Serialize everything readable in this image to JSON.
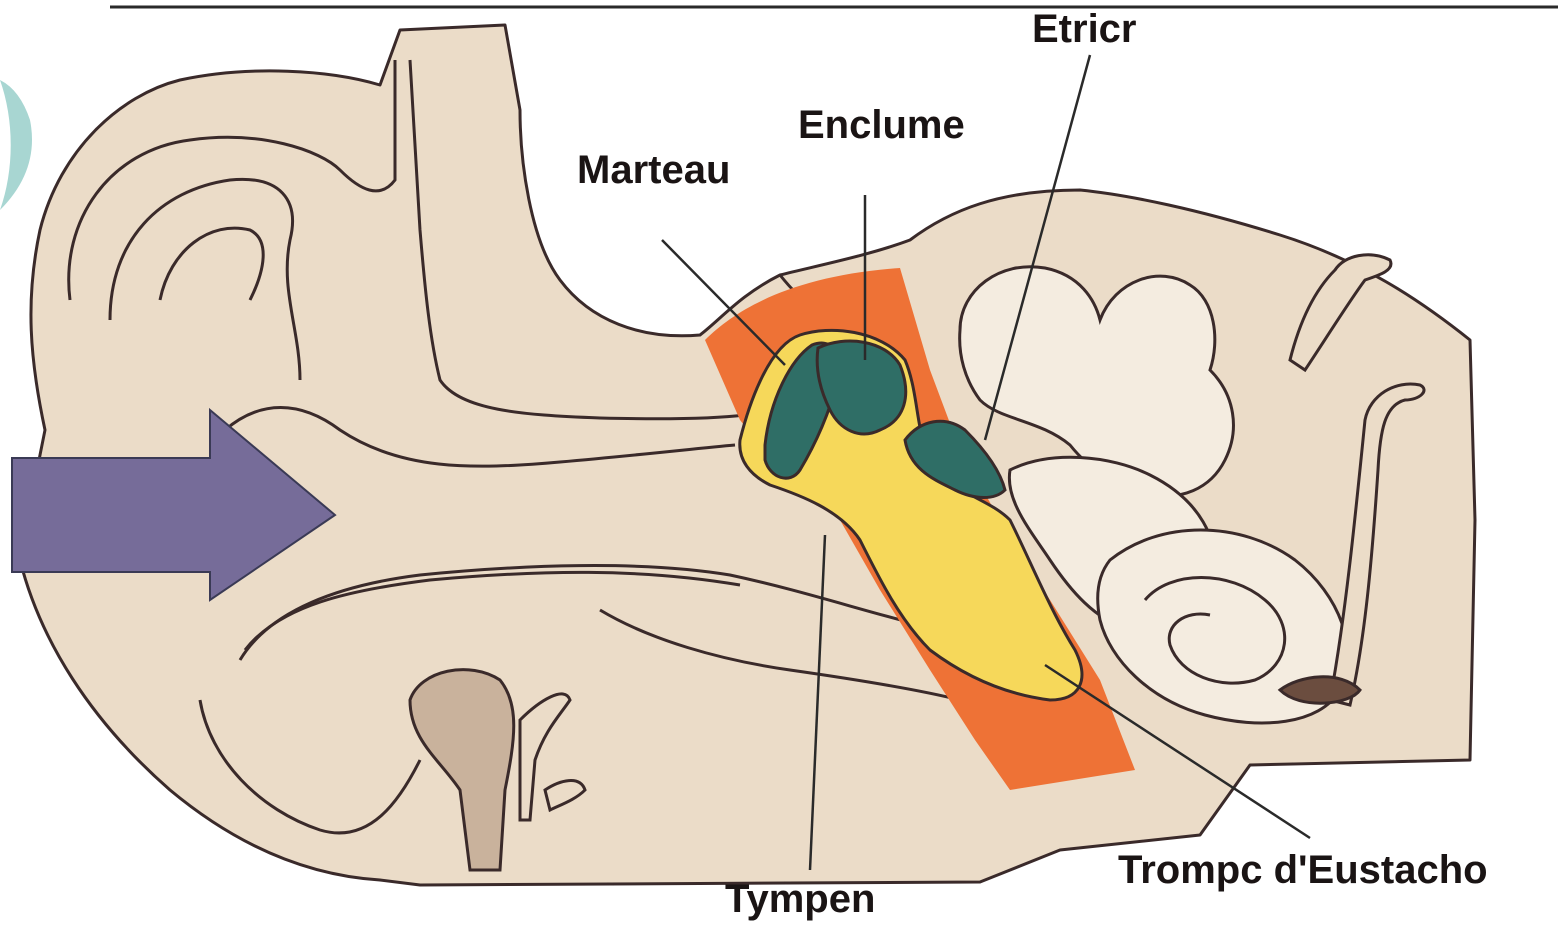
{
  "labels": {
    "etrier": "Etricr",
    "enclume": "Enclume",
    "marteau": "Marteau",
    "tympan": "Tympen",
    "trompe": "Trompc d'Eustacho"
  },
  "colors": {
    "background": "#ffffff",
    "skin": "#ebdcc8",
    "inner_ear": "#f4ece0",
    "bone_orange": "#ee7236",
    "ossicle_yellow": "#f6d85a",
    "ossicle_teal": "#2f6e66",
    "arrow_purple": "#766c99",
    "accent_circle": "#a8d6d2",
    "outline": "#3a2a2a",
    "text": "#1a1414"
  },
  "icons": {
    "sound_arrow": "arrow-right-icon",
    "side_circle": "circle-icon"
  }
}
